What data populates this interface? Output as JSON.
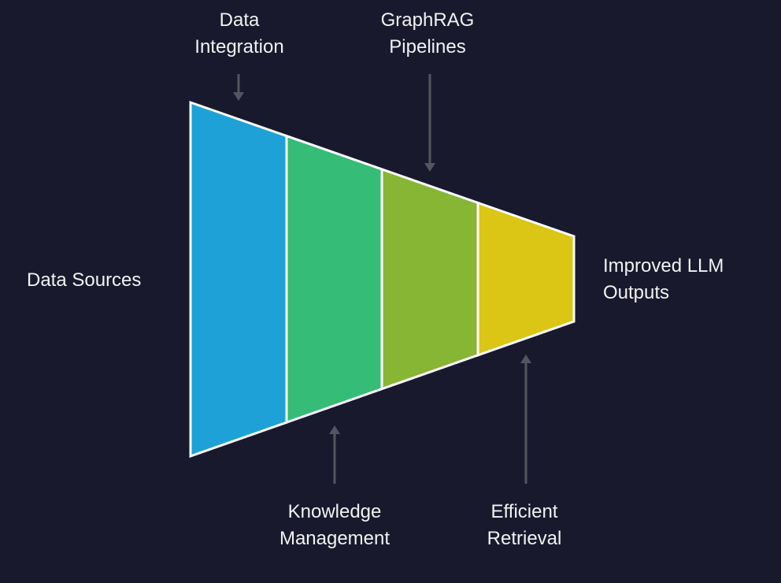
{
  "diagram": {
    "background": "#19192e",
    "stroke_color": "#ffffff",
    "arrow_color": "#55555f",
    "segments": [
      {
        "name": "segment-data-integration",
        "color": "#1ea1d6"
      },
      {
        "name": "segment-knowledge-management",
        "color": "#35bc77"
      },
      {
        "name": "segment-graphrag-pipelines",
        "color": "#87b534"
      },
      {
        "name": "segment-efficient-retrieval",
        "color": "#dbc515"
      }
    ]
  },
  "labels": {
    "input": "Data Sources",
    "output": {
      "line1": "Improved LLM",
      "line2": "Outputs"
    },
    "data_integration": {
      "line1": "Data",
      "line2": "Integration"
    },
    "graphrag_pipelines": {
      "line1": "GraphRAG",
      "line2": "Pipelines"
    },
    "knowledge_management": {
      "line1": "Knowledge",
      "line2": "Management"
    },
    "efficient_retrieval": {
      "line1": "Efficient",
      "line2": "Retrieval"
    }
  }
}
